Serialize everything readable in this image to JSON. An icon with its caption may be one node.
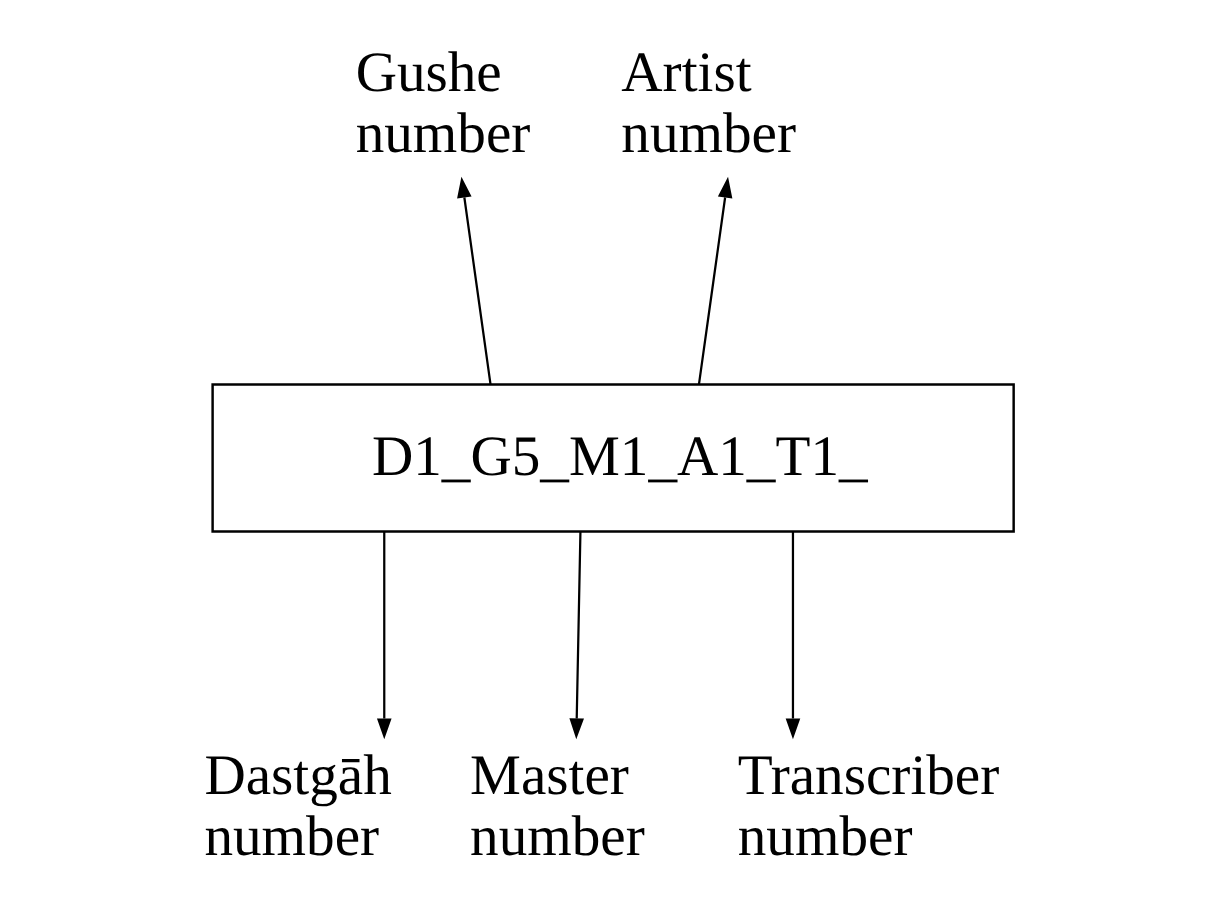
{
  "diagram": {
    "nodes": [
      {
        "text": [
          "Gushe number"
        ]
      },
      {
        "text": [
          "Artist number"
        ]
      },
      {
        "text": [
          "D1_G5_M1_A1_T1_"
        ]
      },
      {
        "text": [
          "Dastgāh number"
        ]
      },
      {
        "text": [
          "Master number"
        ]
      },
      {
        "text": [
          "Transcriber number"
        ]
      }
    ],
    "edges": [
      {
        "from": 2,
        "to": 0,
        "arrow": "to"
      },
      {
        "from": 2,
        "to": 1,
        "arrow": "to"
      },
      {
        "from": 2,
        "to": 3,
        "arrow": "to"
      },
      {
        "from": 2,
        "to": 4,
        "arrow": "to"
      },
      {
        "from": 2,
        "to": 5,
        "arrow": "to"
      }
    ]
  }
}
